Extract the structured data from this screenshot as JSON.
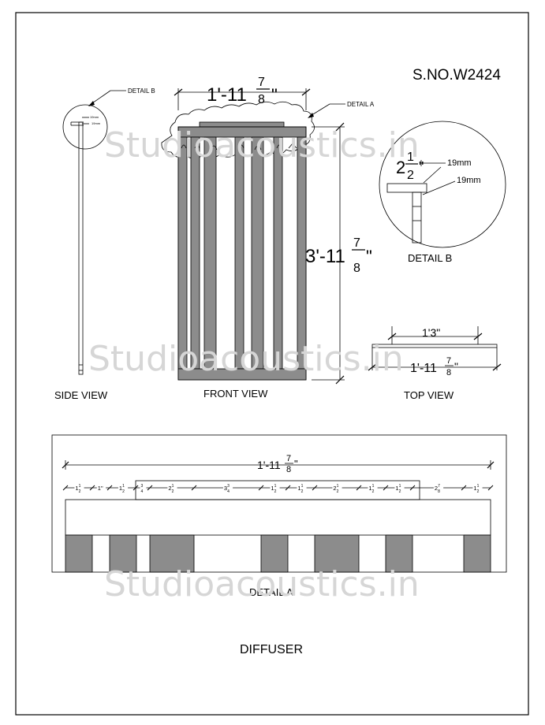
{
  "sheet": {
    "serial": "S.NO.W2424",
    "title": "DIFFUSER",
    "watermark": "Studioacoustics.in"
  },
  "views": {
    "side": "SIDE VIEW",
    "front": "FRONT VIEW",
    "top": "TOP VIEW",
    "detail_b": "DETAIL B",
    "detail_a": "DETAIL A"
  },
  "callouts": {
    "detail_b": "DETAIL B",
    "detail_a": "DETAIL A"
  },
  "dimensions": {
    "front_width": {
      "whole": "1'-11",
      "num": "7",
      "den": "8",
      "unit": "\""
    },
    "front_height": {
      "whole": "3'-11",
      "num": "7",
      "den": "8",
      "unit": "\""
    },
    "detail_b_depth": {
      "whole": "2",
      "num": "1",
      "den": "2",
      "unit": "\""
    },
    "detail_b_board_1": "19mm",
    "detail_b_board_2": "19mm",
    "side_mini_1": "19mm",
    "side_mini_2": "19mm",
    "top_inner": "1'3\"",
    "top_outer": {
      "whole": "1'-11",
      "num": "7",
      "den": "8",
      "unit": "\""
    },
    "detail_a_total": {
      "whole": "1'-11",
      "num": "7",
      "den": "8",
      "unit": "\""
    }
  },
  "detail_a_chain": [
    {
      "whole": "1",
      "num": "1",
      "den": "2"
    },
    {
      "whole": "1\"",
      "num": "",
      "den": ""
    },
    {
      "whole": "1",
      "num": "1",
      "den": "2"
    },
    {
      "whole": "",
      "num": "3",
      "den": "4"
    },
    {
      "whole": "2",
      "num": "1",
      "den": "2"
    },
    {
      "whole": "3",
      "num": "3",
      "den": "4"
    },
    {
      "whole": "1",
      "num": "1",
      "den": "2"
    },
    {
      "whole": "1",
      "num": "1",
      "den": "2"
    },
    {
      "whole": "2",
      "num": "1",
      "den": "2"
    },
    {
      "whole": "1",
      "num": "1",
      "den": "2"
    },
    {
      "whole": "1",
      "num": "1",
      "den": "2"
    },
    {
      "whole": "2",
      "num": "7",
      "den": "8"
    },
    {
      "whole": "1",
      "num": "1",
      "den": "2"
    }
  ]
}
